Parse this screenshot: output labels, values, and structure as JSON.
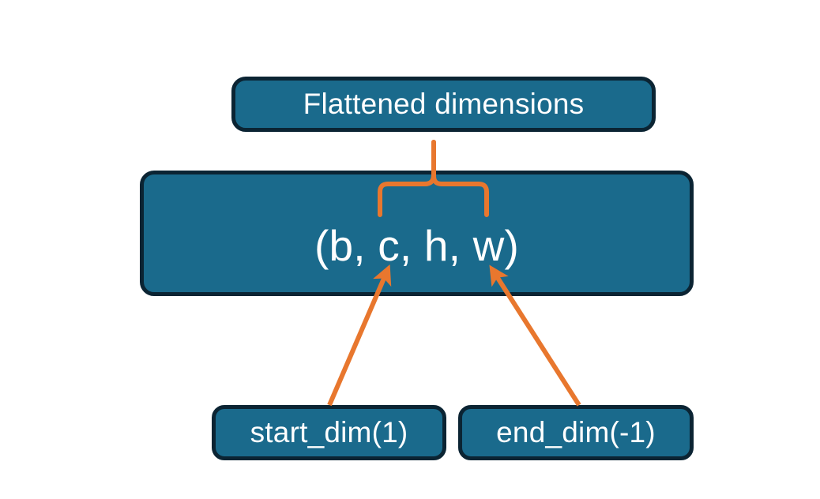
{
  "diagram": {
    "title_node": {
      "label": "Flattened dimensions"
    },
    "tensor_node": {
      "label": "(b, c, h, w)"
    },
    "start_node": {
      "label": "start_dim(1)"
    },
    "end_node": {
      "label": "end_dim(-1)"
    },
    "connectors": {
      "brace_name": "curly-brace-up",
      "left_arrow_name": "arrow-start-dim-to-c",
      "right_arrow_name": "arrow-end-dim-to-w"
    },
    "colors": {
      "box_fill": "#1a6a8c",
      "box_border": "#0b2433",
      "accent_orange": "#e8772e",
      "text": "#ffffff",
      "background": "#ffffff"
    }
  }
}
